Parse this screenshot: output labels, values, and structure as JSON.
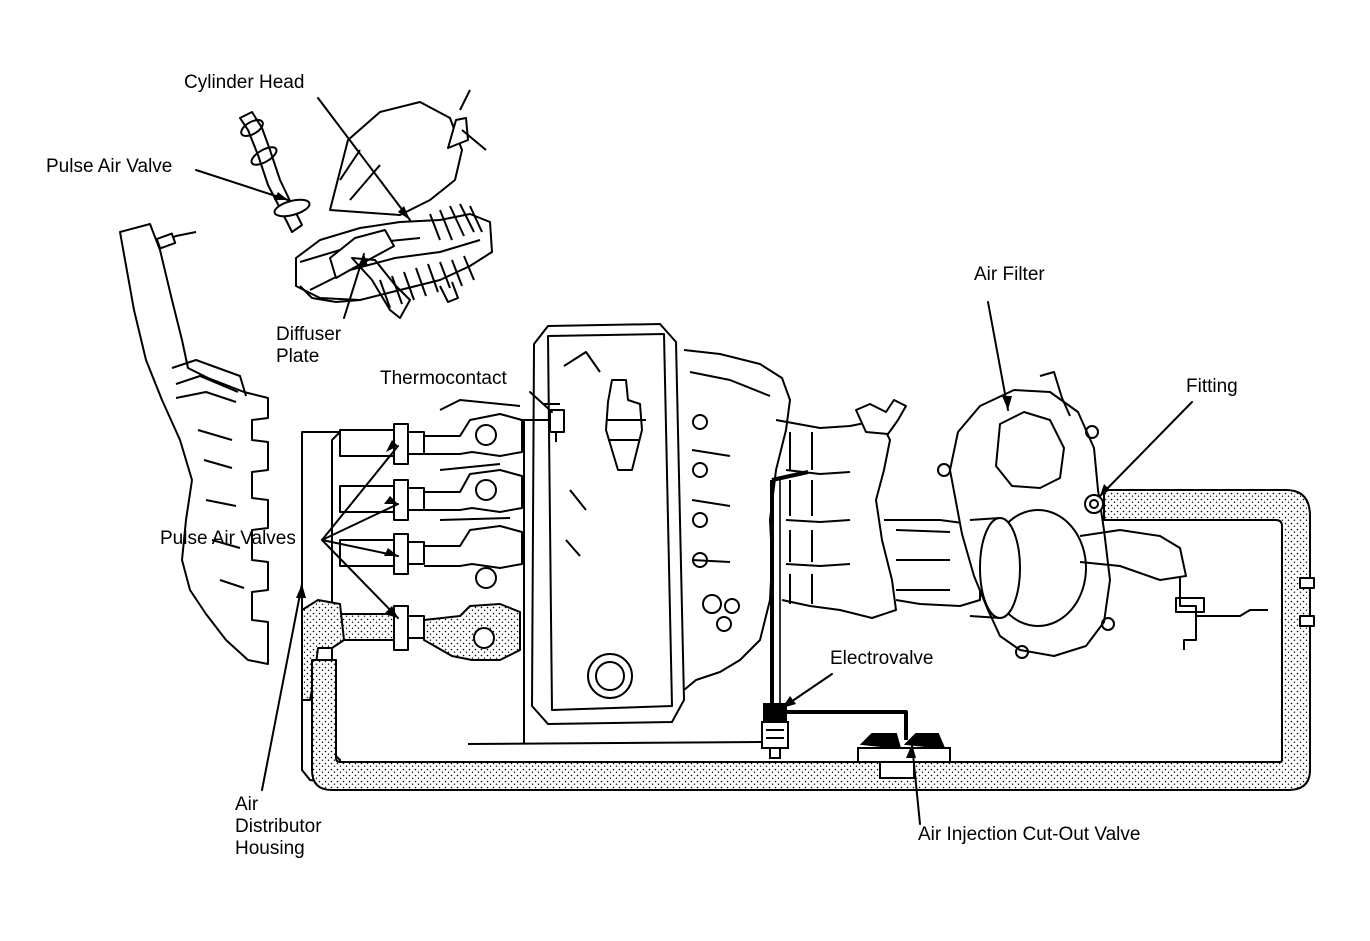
{
  "colors": {
    "ink": "#000000",
    "paper": "#ffffff"
  },
  "labels": {
    "cylinder_head": "Cylinder Head",
    "pulse_air_valve": "Pulse Air Valve",
    "diffuser_plate": [
      "Diffuser",
      "Plate"
    ],
    "thermocontact": "Thermocontact",
    "air_filter": "Air Filter",
    "fitting": "Fitting",
    "pulse_air_valves": "Pulse Air Valves",
    "electrovalve": "Electrovalve",
    "air_distributor_housing": [
      "Air",
      "Distributor",
      "Housing"
    ],
    "air_injection_cutout_valve": "Air Injection Cut-Out Valve"
  }
}
